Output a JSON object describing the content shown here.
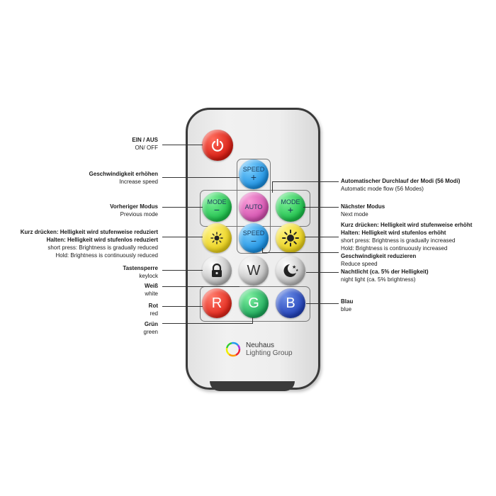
{
  "buttons": {
    "speed_up": {
      "text": "SPEED",
      "sym": "+"
    },
    "mode_prev": {
      "text": "MODE",
      "sym": "−"
    },
    "auto": {
      "text": "AUTO"
    },
    "mode_next": {
      "text": "MODE",
      "sym": "+"
    },
    "speed_down": {
      "text": "SPEED",
      "sym": "−"
    },
    "white": {
      "text": "W"
    },
    "red": {
      "text": "R"
    },
    "green": {
      "text": "G"
    },
    "blue": {
      "text": "B"
    }
  },
  "brand": {
    "line1": "Neuhaus",
    "line2": "Lighting Group"
  },
  "labels": {
    "power": {
      "de": "EIN / AUS",
      "en": "ON/ OFF"
    },
    "speed_up": {
      "de": "Geschwindigkeit erhöhen",
      "en": "Increase speed"
    },
    "mode_prev": {
      "de": "Vorheriger Modus",
      "en": "Previous mode"
    },
    "bright_down": {
      "de1": "Kurz drücken: Helligkeit wird stufenweise reduziert",
      "de2": "Halten: Helligkeit wird stufenlos reduziert",
      "en1": "short press:  Brightness is gradually reduced",
      "en2": "Hold: Brightness is continuously reduced"
    },
    "keylock": {
      "de": "Tastensperre",
      "en": "keylock"
    },
    "white": {
      "de": "Weiß",
      "en": "white"
    },
    "red": {
      "de": "Rot",
      "en": "red"
    },
    "green": {
      "de": "Grün",
      "en": "green"
    },
    "auto": {
      "de": "Automatischer Durchlauf der Modi (56 Modi)",
      "en": "Automatic mode flow (56 Modes)"
    },
    "mode_next": {
      "de": "Nächster Modus",
      "en": "Next mode"
    },
    "bright_up": {
      "de1": "Kurz drücken: Helligkeit wird stufenweise erhöht",
      "de2": "Halten: Helligkeit wird stufenlos erhöht",
      "en1": "short press:  Brightness is gradually increased",
      "en2": "Hold: Brightness is continuously increased"
    },
    "speed_down": {
      "de": "Geschwindigkeit reduzieren",
      "en": "Reduce speed"
    },
    "night": {
      "de": "Nachtlicht (ca. 5% der Helligkeit)",
      "en": "night light (ca. 5% brightness)"
    },
    "blue": {
      "de": "Blau",
      "en": "blue"
    }
  }
}
